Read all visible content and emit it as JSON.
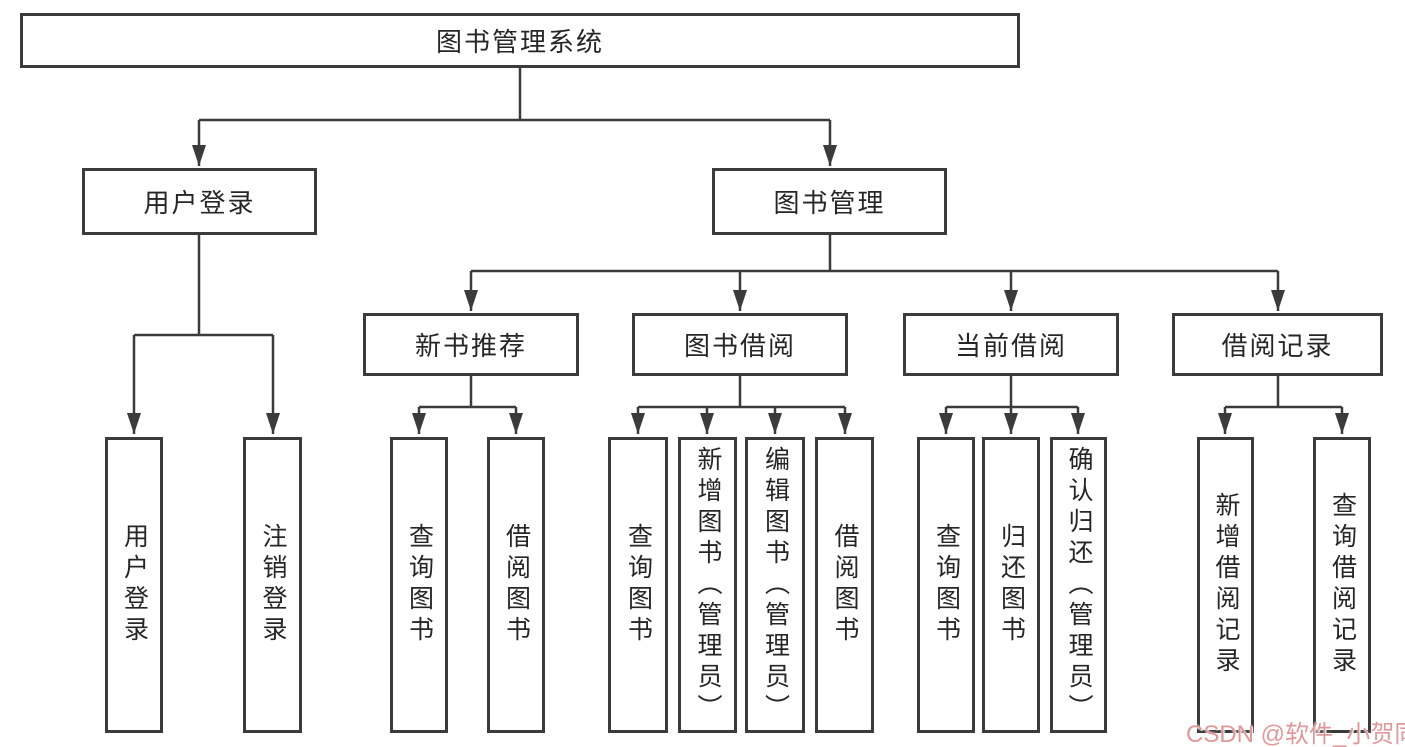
{
  "diagram_type": "hierarchy-tree",
  "tree": {
    "label": "图书管理系统",
    "children": [
      {
        "label": "用户登录",
        "children": [
          {
            "label": "用户登录"
          },
          {
            "label": "注销登录"
          }
        ]
      },
      {
        "label": "图书管理",
        "children": [
          {
            "label": "新书推荐",
            "children": [
              {
                "label": "查询图书"
              },
              {
                "label": "借阅图书"
              }
            ]
          },
          {
            "label": "图书借阅",
            "children": [
              {
                "label": "查询图书"
              },
              {
                "label": "新增图书（管理员）"
              },
              {
                "label": "编辑图书（管理员）"
              },
              {
                "label": "借阅图书"
              }
            ]
          },
          {
            "label": "当前借阅",
            "children": [
              {
                "label": "查询图书"
              },
              {
                "label": "归还图书"
              },
              {
                "label": "确认归还（管理员）"
              }
            ]
          },
          {
            "label": "借阅记录",
            "children": [
              {
                "label": "新增借阅记录"
              },
              {
                "label": "查询借阅记录"
              }
            ]
          }
        ]
      }
    ]
  },
  "watermark": {
    "label": "CSDN @软件_小贺同学"
  },
  "colors": {
    "line": "#3b3b3b",
    "box_border": "#3b3b3b",
    "text": "#262626",
    "watermark": "#e09898",
    "background": "#ffffff"
  }
}
